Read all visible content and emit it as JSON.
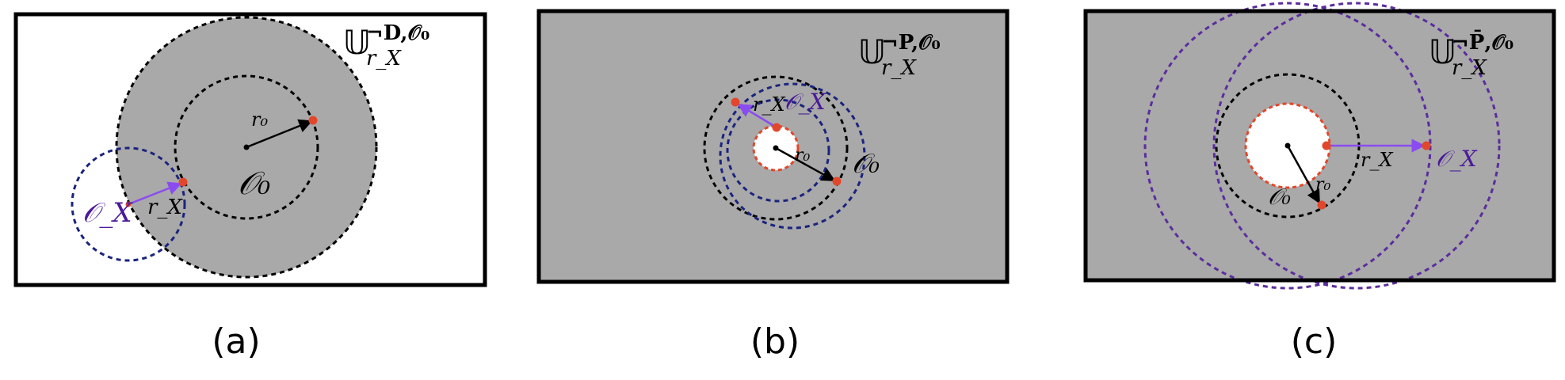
{
  "colors": {
    "gray_fill": "#a9a9a9",
    "frame": "#000000",
    "black_dash": "#000000",
    "blue_dash": "#1a237e",
    "purple_dash": "#5b2d9e",
    "point": "#e2472b",
    "red_dash": "#e2472b",
    "arrow_purple": "#8a4cf0",
    "label_purple": "#4a1a9a"
  },
  "panels": {
    "a": {
      "caption": "(a)",
      "set_symbol": "𝕌",
      "set_superscript": "¬D,𝒪₀",
      "set_subscript": "r_X",
      "label_r0": "r₀",
      "label_O0": "𝒪₀",
      "label_OX": "𝒪_X",
      "label_rX": "r_X"
    },
    "b": {
      "caption": "(b)",
      "set_symbol": "𝕌",
      "set_superscript": "¬P,𝒪₀",
      "set_subscript": "r_X",
      "label_r0": "r₀",
      "label_O0": "𝒪₀",
      "label_OX": "𝒪_X",
      "label_rX": "r_X"
    },
    "c": {
      "caption": "(c)",
      "set_symbol": "𝕌",
      "set_superscript": "¬P̄,𝒪₀",
      "set_subscript": "r_X",
      "label_r0": "r₀",
      "label_O0": "𝒪₀",
      "label_OX": "𝒪_X",
      "label_rX": "r_X"
    }
  }
}
